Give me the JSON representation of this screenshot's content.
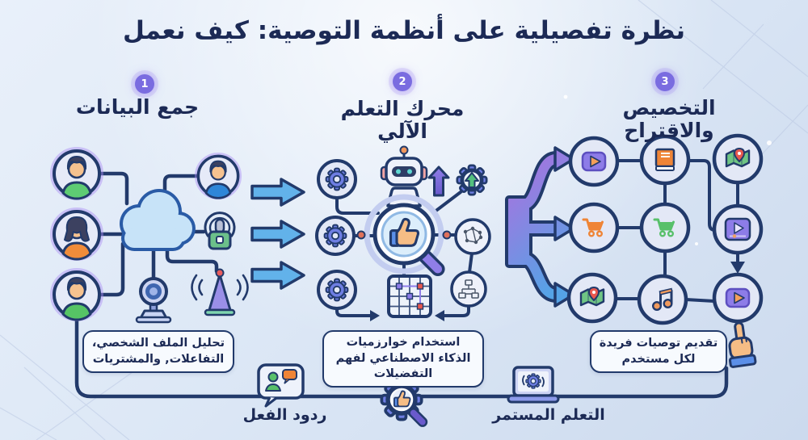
{
  "title": "نظرة تفصيلية على أنظمة التوصية: كيف نعمل",
  "steps": [
    {
      "number": "1",
      "label": "جمع البيانات",
      "caption": "تحليل الملف الشخصي، التفاعلات, والمشتريات"
    },
    {
      "number": "2",
      "label": "محرك التعلم الآلي",
      "caption": "استخدام خوارزميات الذكاء الاصطناعي لفهم التفضيلات"
    },
    {
      "number": "3",
      "label": "التخصيص والاقتراح",
      "caption": "تقديم توصيات فريدة لكل مستخدم"
    }
  ],
  "footer": {
    "feedback": "ردود الفعل",
    "continuous_learning": "التعلم المستمر"
  },
  "icons": {
    "data_collection": [
      "user-avatar",
      "cloud",
      "webcam",
      "smart-lock",
      "antenna"
    ],
    "ml_engine": [
      "gear",
      "robot",
      "up-arrow",
      "gear-upgrade",
      "thumbs-up-magnifier",
      "neural-network",
      "flowchart",
      "matrix-grid"
    ],
    "personalization": [
      "play-video",
      "shopping-cart",
      "book",
      "map-pin",
      "music-note",
      "video-player",
      "hand-cursor"
    ],
    "feedback_loop": [
      "chat-feedback",
      "gear-magnifier",
      "laptop-learning"
    ]
  },
  "colors": {
    "title_text": "#1c2a55",
    "badge_purple": "#7a6ce0",
    "outline_navy": "#223a6b",
    "caption_bg": "#f7fafe",
    "bg_light": "#e9f0fa",
    "bg_dark": "#ccdaee"
  }
}
